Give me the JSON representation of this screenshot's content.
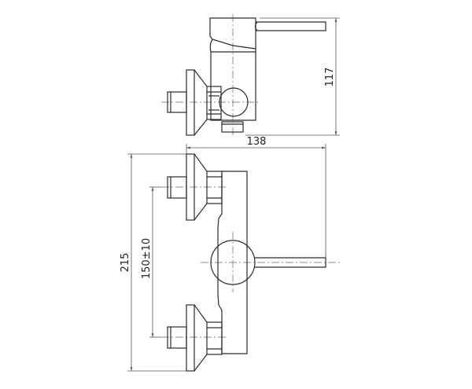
{
  "drawing": {
    "type": "technical-drawing",
    "subject": "wall-mounted single-lever shower mixer",
    "views": [
      "side view",
      "front view"
    ],
    "colors": {
      "line": "#2b2b2b",
      "dimension": "#555555",
      "background": "#ffffff"
    }
  },
  "dimensions": {
    "height_side": "117",
    "depth": "138",
    "overall_height": "215",
    "inlet_spacing": "150±10"
  }
}
